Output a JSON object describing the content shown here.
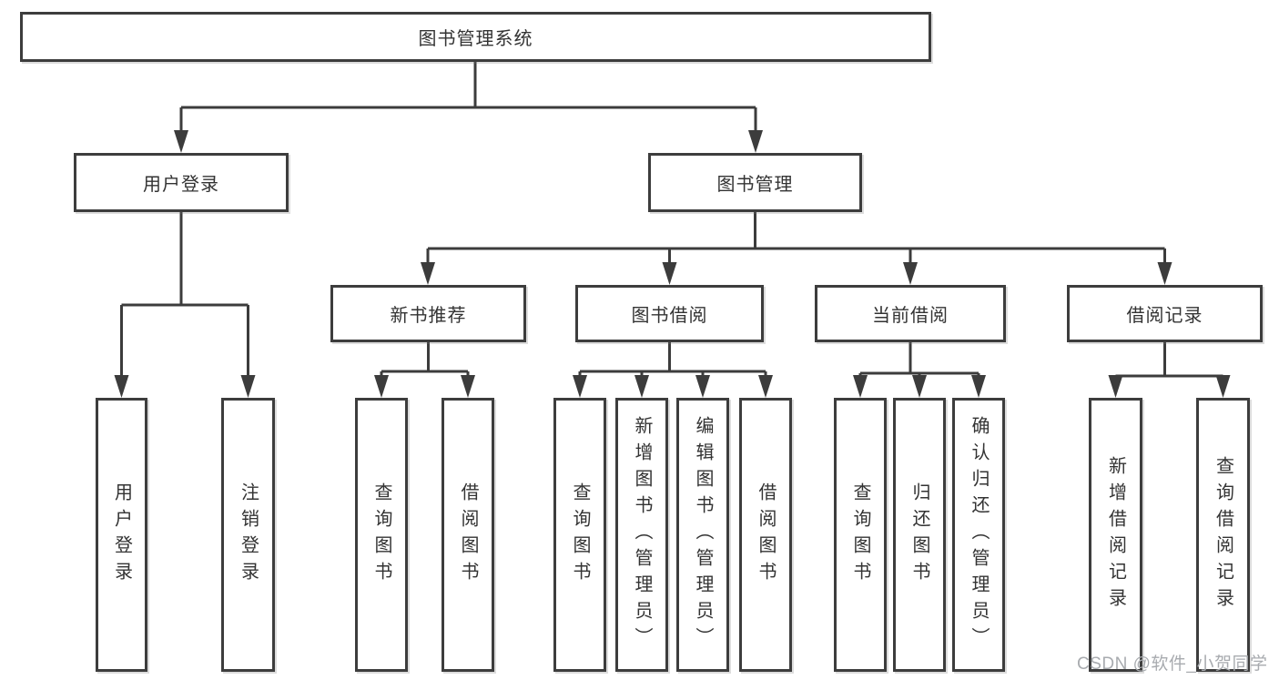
{
  "tree": {
    "root": {
      "label": "图书管理系统"
    },
    "children": [
      {
        "label": "用户登录",
        "children": [
          {
            "label": "用户登录"
          },
          {
            "label": "注销登录"
          }
        ]
      },
      {
        "label": "图书管理",
        "children": [
          {
            "label": "新书推荐",
            "children": [
              {
                "label": "查询图书"
              },
              {
                "label": "借阅图书"
              }
            ]
          },
          {
            "label": "图书借阅",
            "children": [
              {
                "label": "查询图书"
              },
              {
                "label": "新增图书（管理员）"
              },
              {
                "label": "编辑图书（管理员）"
              },
              {
                "label": "借阅图书"
              }
            ]
          },
          {
            "label": "当前借阅",
            "children": [
              {
                "label": "查询图书"
              },
              {
                "label": "归还图书"
              },
              {
                "label": "确认归还（管理员）"
              }
            ]
          },
          {
            "label": "借阅记录",
            "children": [
              {
                "label": "新增借阅记录"
              },
              {
                "label": "查询借阅记录"
              }
            ]
          }
        ]
      }
    ]
  },
  "watermark": {
    "text": "CSDN @软件_小贺同学"
  },
  "colors": {
    "line": "#3c3c3c",
    "box_border": "#3d3d3d",
    "text": "#333333",
    "watermark_text": "#a8abaf",
    "background": "#ffffff"
  }
}
